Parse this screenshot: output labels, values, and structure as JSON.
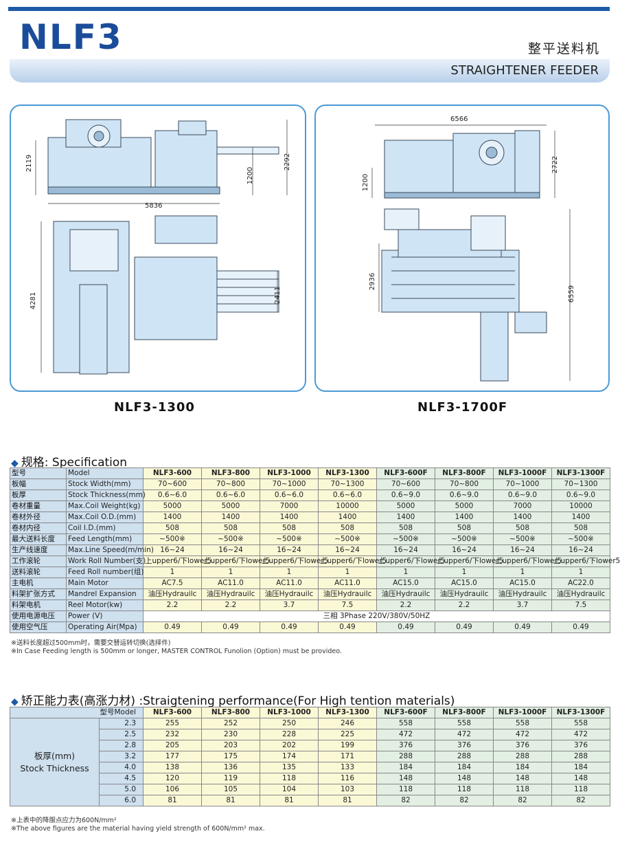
{
  "header": {
    "brand": "NLF3",
    "title_cn": "整平送料机",
    "title_en": "STRAIGHTENER FEEDER"
  },
  "drawings": {
    "left": {
      "model": "NLF3-1300",
      "dims": {
        "width": "5836",
        "h_left": "2119",
        "h_mid": "1200",
        "h_right": "2292",
        "plan_left": "4281",
        "plan_right": "2411"
      }
    },
    "right": {
      "model": "NLF3-1700F",
      "dims": {
        "width": "6566",
        "h_left": "1200",
        "h_right": "2722",
        "plan_left": "2936",
        "plan_right": "6559"
      }
    }
  },
  "spec": {
    "title": "规格: Specification",
    "columns": [
      "NLF3-600",
      "NLF3-800",
      "NLF3-1000",
      "NLF3-1300",
      "NLF3-600F",
      "NLF3-800F",
      "NLF3-1000F",
      "NLF3-1300F"
    ],
    "rows": [
      {
        "cn": "型号",
        "en": "Model",
        "header": true
      },
      {
        "cn": "板幅",
        "en": "Stock Width(mm)",
        "v": [
          "70~600",
          "70~800",
          "70~1000",
          "70~1300",
          "70~600",
          "70~800",
          "70~1000",
          "70~1300"
        ]
      },
      {
        "cn": "板厚",
        "en": "Stock Thickness(mm)",
        "v": [
          "0.6~6.0",
          "0.6~6.0",
          "0.6~6.0",
          "0.6~6.0",
          "0.6~9.0",
          "0.6~9.0",
          "0.6~9.0",
          "0.6~9.0"
        ]
      },
      {
        "cn": "卷材重量",
        "en": "Max.Coil Weight(kg)",
        "v": [
          "5000",
          "5000",
          "7000",
          "10000",
          "5000",
          "5000",
          "7000",
          "10000"
        ]
      },
      {
        "cn": "卷材外径",
        "en": "Max.Coil O.D.(mm)",
        "v": [
          "1400",
          "1400",
          "1400",
          "1400",
          "1400",
          "1400",
          "1400",
          "1400"
        ]
      },
      {
        "cn": "卷材内径",
        "en": "Coil I.D.(mm)",
        "v": [
          "508",
          "508",
          "508",
          "508",
          "508",
          "508",
          "508",
          "508"
        ]
      },
      {
        "cn": "最大送料长度",
        "en": "Feed Length(mm)",
        "v": [
          "~500※",
          "~500※",
          "~500※",
          "~500※",
          "~500※",
          "~500※",
          "~500※",
          "~500※"
        ]
      },
      {
        "cn": "生产线速度",
        "en": "Max.Line Speed(m/min)",
        "v": [
          "16~24",
          "16~24",
          "16~24",
          "16~24",
          "16~24",
          "16~24",
          "16~24",
          "16~24"
        ]
      },
      {
        "cn": "工作滚轮",
        "en": "Work Roll Number(支)",
        "v": [
          "上upper6/下lower5",
          "上upper6/下lower5",
          "上upper6/下lower5",
          "上upper6/下lower5",
          "上upper6/下lower5",
          "上upper6/下lower5",
          "上upper6/下lower5",
          "上upper6/下lower5"
        ]
      },
      {
        "cn": "送料滚轮",
        "en": "Feed Roll number(组)",
        "v": [
          "1",
          "1",
          "1",
          "1",
          "1",
          "1",
          "1",
          "1"
        ]
      },
      {
        "cn": "主电机",
        "en": "Main Motor",
        "v": [
          "AC7.5",
          "AC11.0",
          "AC11.0",
          "AC11.0",
          "AC15.0",
          "AC15.0",
          "AC15.0",
          "AC22.0"
        ]
      },
      {
        "cn": "料架扩张方式",
        "en": "Mandrel Expansion",
        "v": [
          "油压Hydrauilc",
          "油压Hydrauilc",
          "油压Hydrauilc",
          "油压Hydrauilc",
          "油压Hydrauilc",
          "油压Hydrauilc",
          "油压Hydrauilc",
          "油压Hydrauilc"
        ]
      },
      {
        "cn": "料架电机",
        "en": "Reel Motor(kw)",
        "v": [
          "2.2",
          "2.2",
          "3.7",
          "7.5",
          "2.2",
          "2.2",
          "3.7",
          "7.5"
        ]
      },
      {
        "cn": "使用电源电压",
        "en": "Power (V)",
        "span": "三相 3Phase 220V/380V/50HZ"
      },
      {
        "cn": "使用空气压",
        "en": "Operating Air(Mpa)",
        "v": [
          "0.49",
          "0.49",
          "0.49",
          "0.49",
          "0.49",
          "0.49",
          "0.49",
          "0.49"
        ]
      }
    ],
    "note1": "※送料长度超过500mm时，需要交替运转切换(选择件)",
    "note2": "※In Case Feeding length is 500mm or longer, MASTER CONTROL Funolion (Option) must be provideo."
  },
  "perf": {
    "title": "矫正能力表(高涨力材) :Straigtening performance(For High tention materials)",
    "model_label": "型号Model",
    "row_label_cn": "板厚(mm)",
    "row_label_en": "Stock Thickness",
    "columns": [
      "NLF3-600",
      "NLF3-800",
      "NLF3-1000",
      "NLF3-1300",
      "NLF3-600F",
      "NLF3-800F",
      "NLF3-1000F",
      "NLF3-1300F"
    ],
    "rows": [
      {
        "t": "2.3",
        "v": [
          "255",
          "252",
          "250",
          "246",
          "558",
          "558",
          "558",
          "558"
        ]
      },
      {
        "t": "2.5",
        "v": [
          "232",
          "230",
          "228",
          "225",
          "472",
          "472",
          "472",
          "472"
        ]
      },
      {
        "t": "2.8",
        "v": [
          "205",
          "203",
          "202",
          "199",
          "376",
          "376",
          "376",
          "376"
        ]
      },
      {
        "t": "3.2",
        "v": [
          "177",
          "175",
          "174",
          "171",
          "288",
          "288",
          "288",
          "288"
        ]
      },
      {
        "t": "4.0",
        "v": [
          "138",
          "136",
          "135",
          "133",
          "184",
          "184",
          "184",
          "184"
        ]
      },
      {
        "t": "4.5",
        "v": [
          "120",
          "119",
          "118",
          "116",
          "148",
          "148",
          "148",
          "148"
        ]
      },
      {
        "t": "5.0",
        "v": [
          "106",
          "105",
          "104",
          "103",
          "118",
          "118",
          "118",
          "118"
        ]
      },
      {
        "t": "6.0",
        "v": [
          "81",
          "81",
          "81",
          "81",
          "82",
          "82",
          "82",
          "82"
        ]
      }
    ],
    "note1": "※上表中的降服点应力为600N/mm²",
    "note2": "※The above figures are the material having yield strength of 600N/mm² max."
  }
}
